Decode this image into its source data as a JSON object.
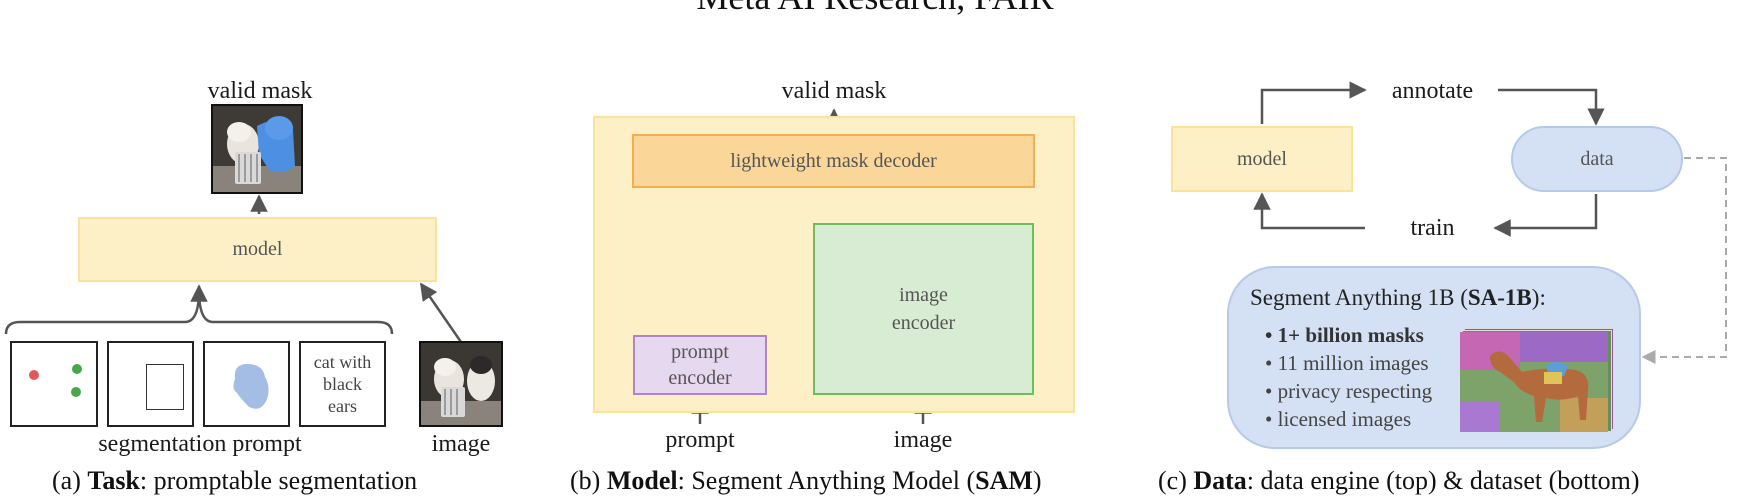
{
  "header": {
    "affiliation": "Meta AI Research, FAIR"
  },
  "panel_a": {
    "output_label": "valid mask",
    "model_label": "model",
    "prompt_group_label": "segmentation prompt",
    "text_prompt": "cat with black ears",
    "image_label": "image",
    "caption_prefix": "(a)",
    "caption_bold": "Task",
    "caption_rest": ": promptable segmentation"
  },
  "panel_b": {
    "output_label": "valid mask",
    "decoder_label": "lightweight mask decoder",
    "image_encoder_label": "image encoder",
    "prompt_encoder_label": "prompt encoder",
    "prompt_input_label": "prompt",
    "image_input_label": "image",
    "caption_prefix": "(b)",
    "caption_bold": "Model",
    "caption_mid": ": Segment Anything Model (",
    "caption_bold2": "SAM",
    "caption_end": ")"
  },
  "panel_c": {
    "model_label": "model",
    "data_label": "data",
    "annotate_label": "annotate",
    "train_label": "train",
    "dataset_title_prefix": "Segment Anything 1B (",
    "dataset_title_bold": "SA-1B",
    "dataset_title_suffix": "):",
    "dataset_items": [
      "1+ billion masks",
      "11 million images",
      "privacy respecting",
      "licensed images"
    ],
    "caption_prefix": "(c)",
    "caption_bold": "Data",
    "caption_rest": ": data engine (top) & dataset (bottom)"
  },
  "colors": {
    "model_fill": "#fdf0c6",
    "decoder_fill": "#fbd699",
    "image_encoder_fill": "#d8ecd3",
    "prompt_encoder_fill": "#e6d8ef",
    "data_fill": "#d4e0f4",
    "arrow": "#555555"
  }
}
